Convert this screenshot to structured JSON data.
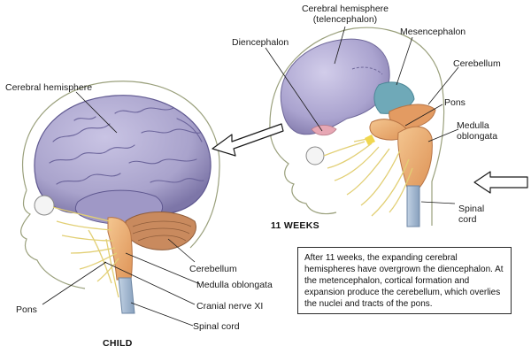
{
  "labels": {
    "cerebral_hemisphere_telen_1": "Cerebral hemisphere",
    "cerebral_hemisphere_telen_2": "(telencephalon)",
    "diencephalon": "Diencephalon",
    "mesencephalon": "Mesencephalon",
    "cerebellum_fetal": "Cerebellum",
    "pons_fetal": "Pons",
    "medulla_oblongata_fetal_1": "Medulla",
    "medulla_oblongata_fetal_2": "oblongata",
    "spinal_cord_fetal_1": "Spinal",
    "spinal_cord_fetal_2": "cord",
    "cerebral_hemisphere_child": "Cerebral hemisphere",
    "cerebellum_child": "Cerebellum",
    "medulla_oblongata_child": "Medulla oblongata",
    "cranial_nerve_xi": "Cranial nerve XI",
    "spinal_cord_child": "Spinal cord",
    "pons_child": "Pons"
  },
  "captions": {
    "weeks": "11 WEEKS",
    "child": "CHILD"
  },
  "description": "After 11 weeks, the expanding cerebral hemispheres have overgrown the diencephalon. At the metencephalon, cortical formation and expansion produce the cerebellum, which overlies the nuclei and tracts of the pons.",
  "colors": {
    "cerebrum": "#a9a3cc",
    "cerebrum_dark": "#7d76a8",
    "mesencephalon": "#6fa9b8",
    "pons_orange": "#e8a46a",
    "medulla_orange": "#f0b67c",
    "cerebellum_brown": "#c98a5e",
    "spinal_blue": "#9fb6d0",
    "nerve_yellow": "#e9d98a",
    "skin_outline": "#9aa07c"
  }
}
